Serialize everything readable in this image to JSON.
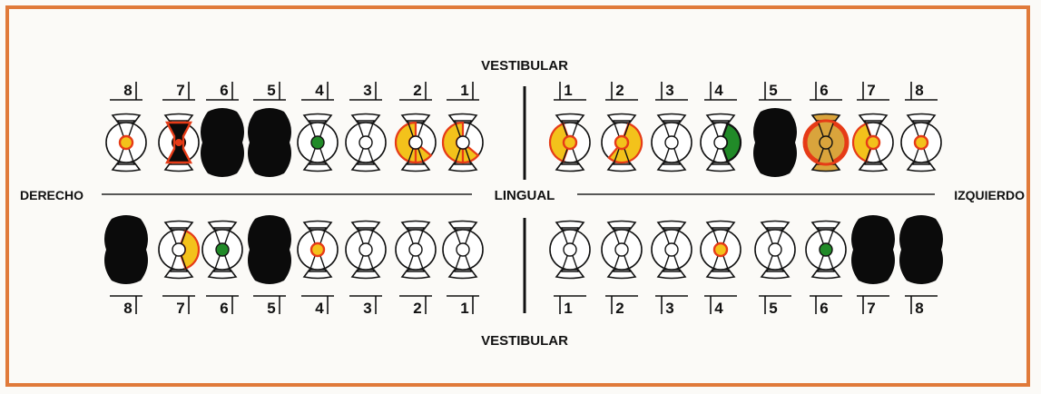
{
  "labels": {
    "top": "VESTIBULAR",
    "bottom": "VESTIBULAR",
    "center": "LINGUAL",
    "left": "DERECHO",
    "right": "IZQUIERDO"
  },
  "colors": {
    "frame": "#e07a3a",
    "caries_fill": "#f3c21b",
    "caries_outline": "#e63b17",
    "filling": "#218a28",
    "missing": "#0b0b0b",
    "crown": "#d9a43c"
  },
  "quadrants": {
    "upper_right": {
      "teeth": [
        {
          "number": "8",
          "state": "point-caries"
        },
        {
          "number": "7",
          "state": "red-center-black"
        },
        {
          "number": "6",
          "state": "missing"
        },
        {
          "number": "5",
          "state": "missing"
        },
        {
          "number": "4",
          "state": "point-filling"
        },
        {
          "number": "3",
          "state": "healthy"
        },
        {
          "number": "2",
          "state": "caries-left-bottom"
        },
        {
          "number": "1",
          "state": "caries-left-bottom"
        }
      ]
    },
    "upper_left": {
      "teeth": [
        {
          "number": "1",
          "state": "caries-left"
        },
        {
          "number": "2",
          "state": "caries-right-bottom"
        },
        {
          "number": "3",
          "state": "healthy"
        },
        {
          "number": "4",
          "state": "filling-right"
        },
        {
          "number": "5",
          "state": "missing"
        },
        {
          "number": "6",
          "state": "crown"
        },
        {
          "number": "7",
          "state": "caries-left"
        },
        {
          "number": "8",
          "state": "point-caries"
        }
      ]
    },
    "lower_right": {
      "teeth": [
        {
          "number": "8",
          "state": "missing"
        },
        {
          "number": "7",
          "state": "caries-right"
        },
        {
          "number": "6",
          "state": "point-filling"
        },
        {
          "number": "5",
          "state": "missing"
        },
        {
          "number": "4",
          "state": "point-caries"
        },
        {
          "number": "3",
          "state": "healthy"
        },
        {
          "number": "2",
          "state": "healthy"
        },
        {
          "number": "1",
          "state": "healthy"
        }
      ]
    },
    "lower_left": {
      "teeth": [
        {
          "number": "1",
          "state": "healthy"
        },
        {
          "number": "2",
          "state": "healthy"
        },
        {
          "number": "3",
          "state": "healthy"
        },
        {
          "number": "4",
          "state": "point-caries"
        },
        {
          "number": "5",
          "state": "healthy"
        },
        {
          "number": "6",
          "state": "point-filling"
        },
        {
          "number": "7",
          "state": "missing"
        },
        {
          "number": "8",
          "state": "missing"
        }
      ]
    }
  }
}
